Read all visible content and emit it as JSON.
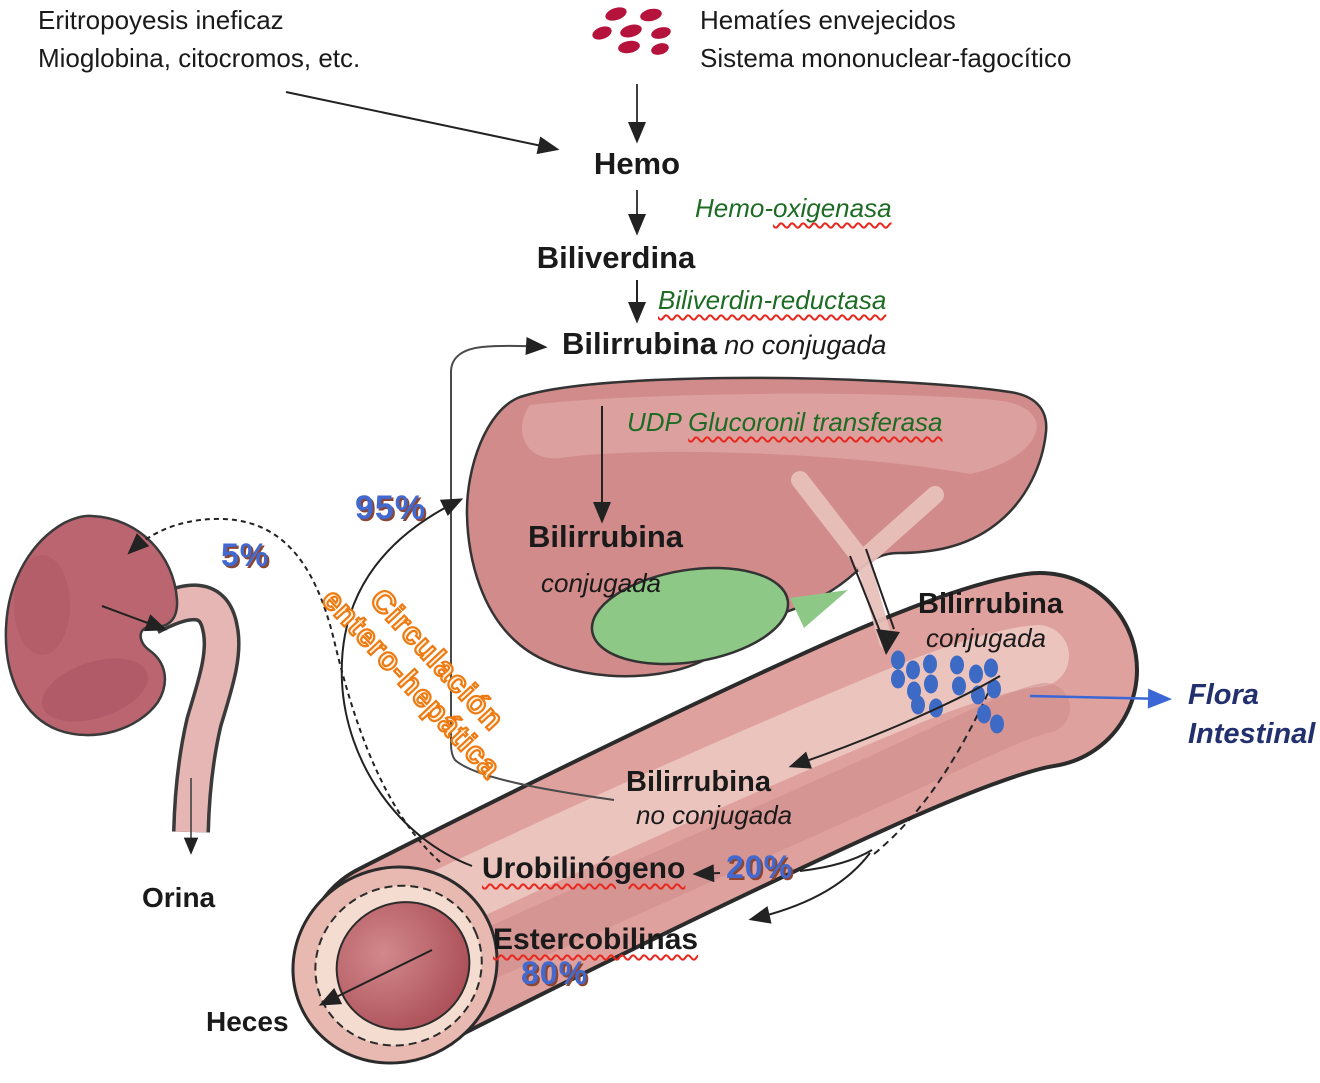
{
  "colors": {
    "ink": "#1a1a1a",
    "enzyme_green": "#1e6b24",
    "squiggle_red": "#e8281e",
    "percent_blue": "#4169cf",
    "percent_shadow": "#8a4632",
    "orange": "#ee7a12",
    "flora_navy": "#23306e",
    "liver_pink": "#d08b8a",
    "intestine_pink": "#dfa19d",
    "kidney_red": "#bb6570",
    "gallbladder_green": "#8ec886",
    "rbc_crimson": "#b5123c",
    "bile_dot_blue": "#3d6ac5",
    "flora_arrow_blue": "#3a66d6"
  },
  "sources": {
    "left_line1": "Eritropoyesis ineficaz",
    "left_line2": "Mioglobina, citocromos, etc.",
    "right_line1": "Hematíes envejecidos",
    "right_line2": "Sistema mononuclear-fagocítico"
  },
  "cascade": {
    "hemo": "Hemo",
    "enzyme1_prefix": "Hemo-",
    "enzyme1_underlined": "oxigenasa",
    "biliverdina": "Biliverdina",
    "enzyme2": "Biliverdin-reductasa",
    "bilirrubina": "Bilirrubina",
    "bilirrubina_state": "no conjugada"
  },
  "liver": {
    "enzyme_prefix": "UDP ",
    "enzyme_underlined": "Glucoronil transferasa",
    "bilirrubina": "Bilirrubina",
    "state": "conjugada"
  },
  "duodenum": {
    "bilirrubina": "Bilirrubina",
    "state": "conjugada",
    "flora_line1": "Flora",
    "flora_line2": "Intestinal"
  },
  "intestine": {
    "bilirrubina": "Bilirrubina",
    "state": "no conjugada",
    "urobilinogeno": "Urobilinógeno",
    "pct_20": "20%",
    "estercobilinas": "Estercobilinas",
    "pct_80": "80%"
  },
  "recirculation": {
    "pct_95": "95%",
    "pct_5": "5%",
    "label_line1": "Circulación",
    "label_line2": "entero-hepática"
  },
  "excretion": {
    "orina": "Orina",
    "heces": "Heces"
  }
}
